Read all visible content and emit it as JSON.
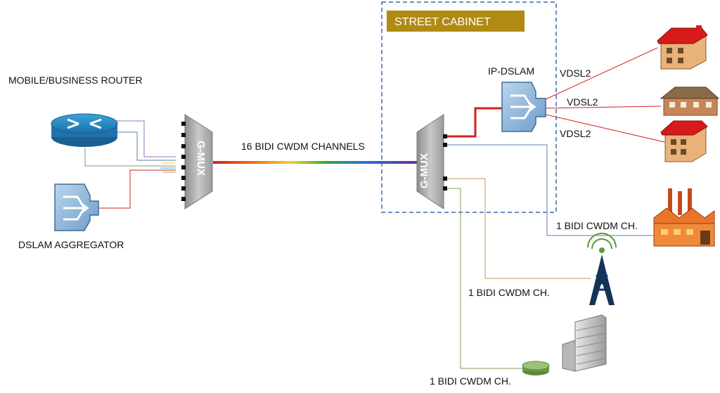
{
  "labels": {
    "street_cabinet": "STREET CABINET",
    "ip_dslam": "IP-DSLAM",
    "vdsl2_1": "VDSL2",
    "vdsl2_2": "VDSL2",
    "vdsl2_3": "VDSL2",
    "mobile_router": "MOBILE/BUSINESS ROUTER",
    "dslam_aggregator": "DSLAM AGGREGATOR",
    "trunk": "16 BIDI CWDM CHANNELS",
    "gmux_left": "G-MUX",
    "gmux_right": "G-MUX",
    "ch_factory": "1 BIDI CWDM CH.",
    "ch_tower": "1 BIDI CWDM CH.",
    "ch_office": "1 BIDI CWDM CH."
  },
  "colors": {
    "cabinet_border": "#3a6aa5",
    "cabinet_label_bg": "#b08a13",
    "red_link": "#d42020",
    "blue_link": "#5b7fa6",
    "tan_link": "#c8945a",
    "green_link": "#7a9e62",
    "purple_link": "#9a70b8"
  },
  "icons": {
    "router": "cisco-router-icon",
    "dslam": "dslam-switch-icon",
    "house": "house-icon",
    "factory": "factory-icon",
    "tower": "antenna-tower-icon",
    "office": "office-building-icon"
  }
}
